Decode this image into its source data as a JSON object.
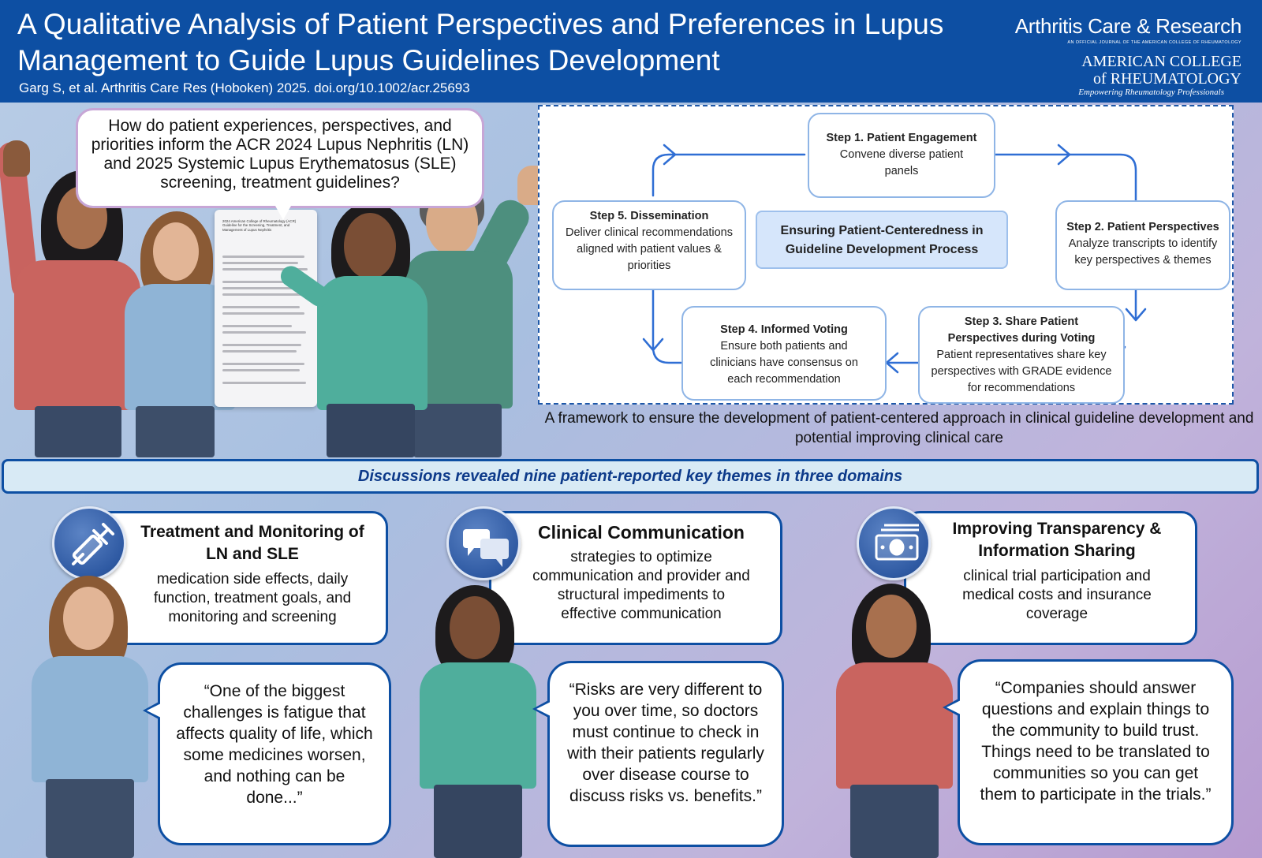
{
  "header": {
    "title": "A Qualitative Analysis of Patient Perspectives and Preferences in Lupus Management to Guide Lupus Guidelines Development",
    "citation": "Garg S, et al. Arthritis Care Res (Hoboken) 2025. doi.org/10.1002/acr.25693"
  },
  "journal": {
    "name": "Arthritis Care & Research",
    "subtitle": "AN OFFICIAL JOURNAL OF THE AMERICAN COLLEGE OF RHEUMATOLOGY",
    "acr_line1": "AMERICAN COLLEGE",
    "acr_line2": "of RHEUMATOLOGY",
    "tagline": "Empowering Rheumatology Professionals"
  },
  "question": "How do patient experiences, perspectives, and priorities inform the ACR 2024 Lupus Nephritis (LN) and 2025 Systemic Lupus Erythematosus (SLE) screening, treatment guidelines?",
  "document": {
    "heading": "2024 American College of Rheumatology (ACR) Guideline for the Screening, Treatment, and Management of Lupus Nephritis"
  },
  "framework": {
    "center": "Ensuring Patient-Centeredness in Guideline Development Process",
    "steps": [
      {
        "title": "Step 1. Patient Engagement",
        "text": "Convene diverse patient panels"
      },
      {
        "title": "Step 2. Patient Perspectives",
        "text": "Analyze transcripts to identify key perspectives & themes"
      },
      {
        "title": "Step 3. Share Patient Perspectives during Voting",
        "text": "Patient representatives share key perspectives with GRADE evidence for recommendations"
      },
      {
        "title": "Step 4. Informed Voting",
        "text": "Ensure both patients and clinicians have consensus on each recommendation"
      },
      {
        "title": "Step 5. Dissemination",
        "text": "Deliver clinical recommendations aligned with patient values & priorities"
      }
    ],
    "caption": "A framework to ensure the development of patient-centered approach in clinical guideline development and potential improving clinical care"
  },
  "banner": "Discussions revealed nine patient-reported key themes in three domains",
  "themes": [
    {
      "icon": "syringe-icon",
      "title": "Treatment and Monitoring of LN and SLE",
      "description": "medication side effects, daily function, treatment goals, and monitoring and screening",
      "quote": "“One of the biggest challenges is fatigue that affects quality of life, which some medicines worsen, and nothing can be done...”"
    },
    {
      "icon": "chat-bubbles-icon",
      "title": "Clinical Communication",
      "description": "strategies to optimize communication and provider and structural impediments to effective communication",
      "quote": "“Risks are very different to you over time, so doctors must continue to check in with their patients regularly over disease course to discuss risks vs. benefits.”"
    },
    {
      "icon": "money-icon",
      "title": "Improving Transparency & Information Sharing",
      "description": "clinical trial participation and medical costs and insurance coverage",
      "quote": "“Companies should answer questions and explain things to the community to build trust. Things need to be translated to communities so you can get them to participate in the trials.”"
    }
  ],
  "colors": {
    "header_bg": "#0d4fa3",
    "accent_border": "#0d4fa3",
    "step_border": "#8fb5e6",
    "center_box_bg": "#d6e6fb",
    "banner_bg": "#d8eaf5"
  }
}
